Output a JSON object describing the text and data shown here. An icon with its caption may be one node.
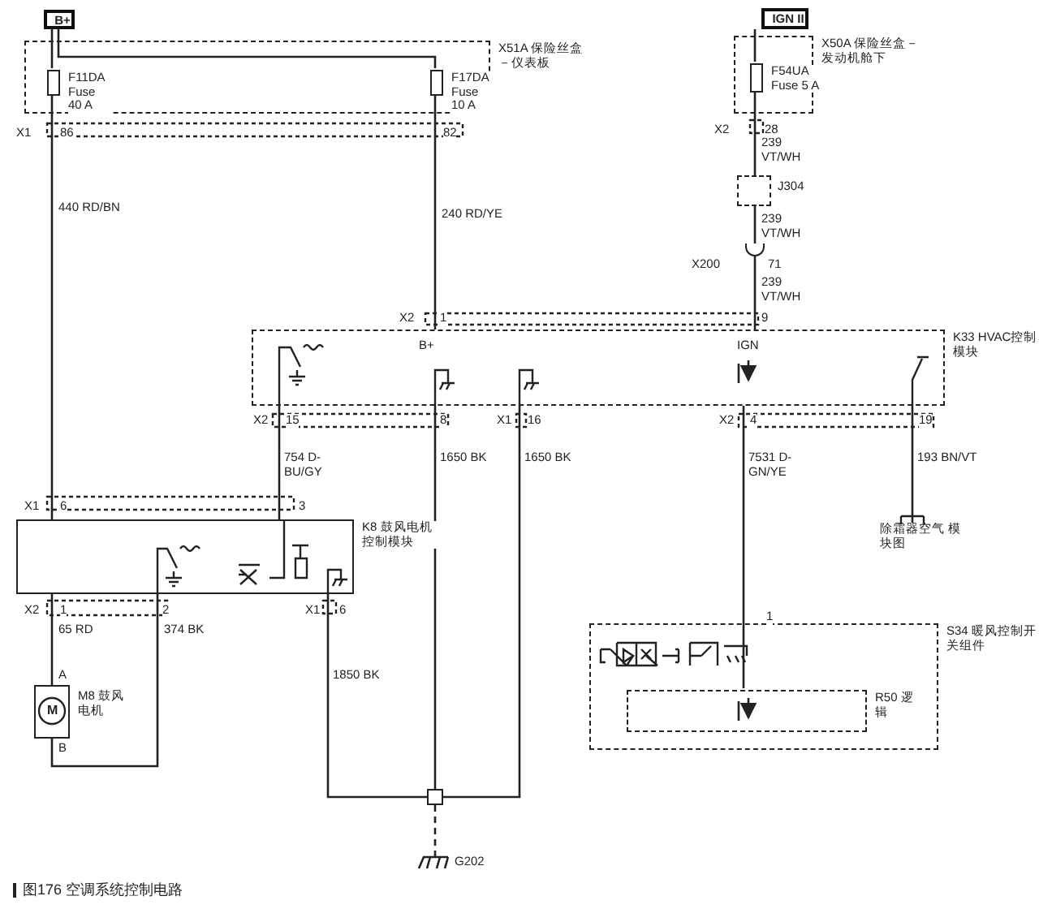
{
  "diagram": {
    "caption": "图176 空调系统控制电路",
    "nodes": [
      {
        "text": [
          "B+"
        ]
      },
      {
        "text": [
          "IGN II"
        ]
      },
      {
        "text": [
          "X51A 保险丝盒－仪表板"
        ]
      },
      {
        "text": [
          "F11DA Fuse 40 A"
        ],
        "in": 2
      },
      {
        "text": [
          "F17DA Fuse 10 A"
        ],
        "in": 2
      },
      {
        "text": [
          "X50A 保险丝盒－发动机舱下"
        ]
      },
      {
        "text": [
          "F54UA Fuse 5 A"
        ],
        "in": 5
      },
      {
        "text": [
          "J304"
        ]
      },
      {
        "text": [
          "X200"
        ]
      },
      {
        "text": [
          "K33 HVAC控制模块"
        ]
      },
      {
        "text": [
          "K8 鼓风电机控制模块"
        ]
      },
      {
        "text": [
          "M8 鼓风电机"
        ]
      },
      {
        "text": [
          "S34 暖风控制开关组件"
        ]
      },
      {
        "text": [
          "R50 逻辑"
        ],
        "in": 12
      },
      {
        "text": [],
        "shape": "box"
      },
      {
        "text": [
          "G202"
        ]
      },
      {
        "text": [
          "除霜器空气 模块图"
        ]
      }
    ],
    "edges": [
      {
        "from": 0,
        "to": 3,
        "arrow": "none"
      },
      {
        "from": 0,
        "to": 4,
        "arrow": "none"
      },
      {
        "from": 3,
        "to": 10,
        "arrow": "none",
        "label": "440 RD/BN"
      },
      {
        "from": 4,
        "to": 9,
        "arrow": "none",
        "label": "240 RD/YE"
      },
      {
        "from": 1,
        "to": 6,
        "arrow": "none"
      },
      {
        "from": 6,
        "to": 7,
        "arrow": "none",
        "label": "239 VT/WH"
      },
      {
        "from": 7,
        "to": 8,
        "arrow": "none",
        "label": "239 VT/WH"
      },
      {
        "from": 8,
        "to": 9,
        "arrow": "none",
        "label": "239 VT/WH"
      },
      {
        "from": 9,
        "to": 10,
        "arrow": "none",
        "label": "754 D-BU/GY"
      },
      {
        "from": 9,
        "to": 14,
        "arrow": "none",
        "label": "1650 BK"
      },
      {
        "from": 9,
        "to": 14,
        "arrow": "none",
        "label": "1650 BK"
      },
      {
        "from": 10,
        "to": 11,
        "arrow": "none",
        "label": "65 RD"
      },
      {
        "from": 11,
        "to": 10,
        "arrow": "none",
        "label": "374 BK"
      },
      {
        "from": 10,
        "to": 14,
        "arrow": "none",
        "label": "1850 BK"
      },
      {
        "from": 14,
        "to": 15,
        "arrow": "none",
        "style": "dashed"
      },
      {
        "from": 9,
        "to": 13,
        "arrow": "none",
        "label": "7531 D-GN/YE"
      },
      {
        "from": 9,
        "to": 16,
        "arrow": "none",
        "label": "193 BN/VT"
      }
    ],
    "labels": [
      "X1",
      "86",
      "82",
      "X2",
      "28",
      "71",
      "X2",
      "1",
      "9",
      "B+",
      "IGN",
      "X2",
      "15",
      "8",
      "X1",
      "16",
      "X2",
      "4",
      "19",
      "X1",
      "6",
      "3",
      "X2",
      "1",
      "2",
      "X1",
      "6",
      "A",
      "M",
      "B",
      "1"
    ]
  }
}
